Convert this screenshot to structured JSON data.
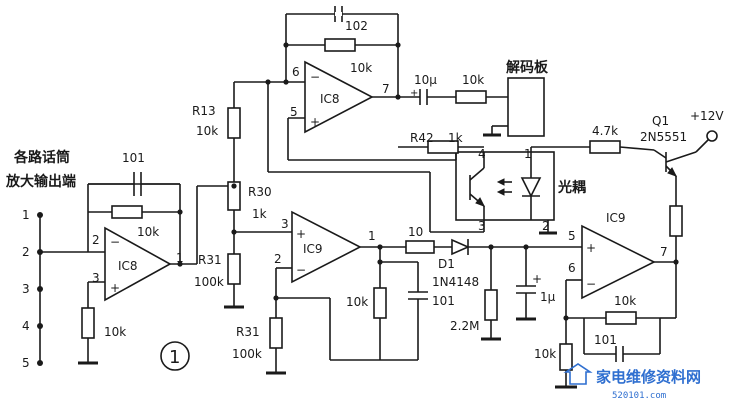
{
  "figure_number": "1",
  "source_label": [
    "各路话筒",
    "放大输出端"
  ],
  "input_pins": [
    "1",
    "2",
    "3",
    "4",
    "5"
  ],
  "labels": {
    "ic8_left": "IC8",
    "ic8_top": "IC8",
    "ic9_mid": "IC9",
    "ic9_right": "IC9",
    "q1": "Q1",
    "q1_type": "2N5551",
    "supply": "+12V",
    "decoder": "解码板",
    "optocoupler": "光耦",
    "d1": "D1",
    "d1_type": "1N4148",
    "r13": "R13",
    "r13_val": "10k",
    "r30": "R30",
    "r30_val": "1k",
    "r31a": "R31",
    "r31a_val": "100k",
    "r31b": "R31",
    "r31b_val": "100k",
    "r42": "R42",
    "r42_val": "1k",
    "c102": "102",
    "c101a": "101",
    "c101b": "101",
    "c101c": "101",
    "c10u": "10μ",
    "c1u": "1μ",
    "r_47k": "4.7k",
    "r_22m": "2.2M",
    "r_10k_top": "10k",
    "r_10k_out": "10k",
    "r_10k_fb8": "10k",
    "r_10k_in8": "10k",
    "r_10k_fb9": "10k",
    "r_10k_in9": "10k",
    "r_10k_bot": "10k",
    "r_10_ser": "10"
  },
  "pins": {
    "ic8a_inv": "2",
    "ic8a_non": "3",
    "ic8a_out": "1",
    "ic8b_inv": "6",
    "ic8b_non": "5",
    "ic8b_out": "7",
    "ic9a_non": "3",
    "ic9a_inv": "2",
    "ic9a_out": "1",
    "ic9b_non": "5",
    "ic9b_inv": "6",
    "ic9b_out": "7",
    "opto_1": "1",
    "opto_2": "2",
    "opto_3": "3",
    "opto_4": "4"
  },
  "signs": {
    "minus": "−",
    "plus": "+"
  },
  "watermark": {
    "title": "家电维修资料网",
    "url": "520101.com"
  },
  "colors": {
    "ink": "#1a1a1a",
    "watermark": "#2f6fd0",
    "background": "#ffffff"
  }
}
